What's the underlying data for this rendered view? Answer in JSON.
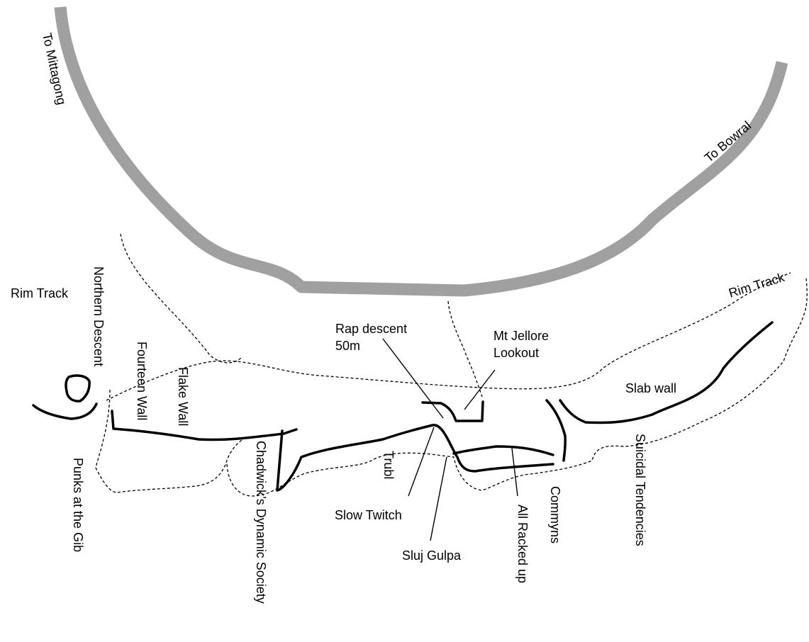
{
  "colors": {
    "road": "#a0a0a0",
    "cliff": "#000000",
    "track": "#000000",
    "text": "#000000",
    "background": "#ffffff"
  },
  "labels": {
    "to_mittagong": "To Mittagong",
    "to_bowral": "To Bowral",
    "rim_track_left": "Rim Track",
    "rim_track_right": "Rim Track",
    "northern_descent": "Northern Descent",
    "fourteen_wall": "Fourteen Wall",
    "flake_wall": "Flake Wall",
    "rap_descent_line1": "Rap descent",
    "rap_descent_line2": "50m",
    "mt_jellore_line1": "Mt Jellore",
    "mt_jellore_line2": "Lookout",
    "slab_wall": "Slab wall",
    "punks_at_the_gib": "Punks at the Gib",
    "chadwicks_dynamic_society": "Chadwick’s Dynamic Society",
    "trubl": "Trubl",
    "slow_twitch": "Slow Twitch",
    "sluj_gulpa": "Sluj Gulpa",
    "all_racked_up": "All Racked up",
    "commyns": "Commyns",
    "suicidal_tendencies": "Suicidal Tendencies"
  }
}
